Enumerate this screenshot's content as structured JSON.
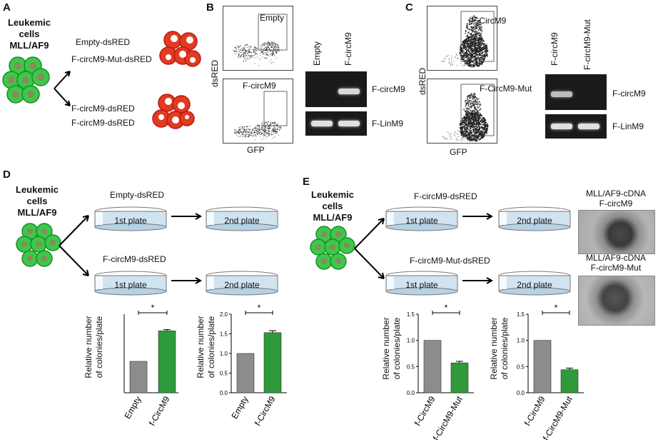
{
  "panels": {
    "A": "A",
    "B": "B",
    "C": "C",
    "D": "D",
    "E": "E"
  },
  "leukemic": {
    "line1": "Leukemic",
    "line2": "cells",
    "line3": "MLL/AF9"
  },
  "panelA": {
    "top1": "Empty-dsRED",
    "top2": "F-circM9-Mut-dsRED",
    "bot1": "F-circM9-dsRED",
    "bot2": "F-circM9-dsRED"
  },
  "panelB": {
    "gate_top": "Empty",
    "gate_bottom": "F-circM9",
    "y_axis": "dsRED",
    "x_axis": "GFP",
    "lanes": [
      "Empty",
      "F-circM9"
    ],
    "bands": [
      "F-circM9",
      "F-LinM9"
    ]
  },
  "panelC": {
    "gate_top": "F-CircM9",
    "gate_bottom": "F-CircM9-Mut",
    "y_axis": "dsRED",
    "x_axis": "GFP",
    "lanes": [
      "F-circM9",
      "F-circM9-Mut"
    ],
    "bands": [
      "F-circM9",
      "F-LinM9"
    ]
  },
  "panelD": {
    "row1": "Empty-dsRED",
    "row2": "F-circM9-dsRED",
    "plate1": "1st plate",
    "plate2": "2nd plate",
    "ylabel1": "Relative number",
    "ylabel2": "of colonies/plate",
    "sig": "*"
  },
  "panelE": {
    "row1": "F-circM9-dsRED",
    "row2": "F-circM9-Mut-dsRED",
    "plate1": "1st plate",
    "plate2": "2nd plate",
    "img1_line1": "MLL/AF9-cDNA",
    "img1_line2": "F-circM9",
    "img2_line1": "MLL/AF9-cDNA",
    "img2_line2": "F-circM9-Mut",
    "ylabel1": "Relative number",
    "ylabel2": "of colonies/plate",
    "sig": "*"
  },
  "chart_data": [
    {
      "type": "bar",
      "categories": [
        "Empty",
        "f-CircM9"
      ],
      "values": [
        1.0,
        1.97
      ],
      "errors": [
        0,
        0.04
      ],
      "colors": [
        "#8c8c8c",
        "#2e9a3a"
      ],
      "ylim": [
        0,
        2.5
      ],
      "ticks": [],
      "significance": "*",
      "xlabel": "",
      "ylabel": "Relative number of colonies/plate"
    },
    {
      "type": "bar",
      "categories": [
        "Empty",
        "f-CircM9"
      ],
      "values": [
        1.0,
        1.53
      ],
      "errors": [
        0,
        0.05
      ],
      "colors": [
        "#8c8c8c",
        "#2e9a3a"
      ],
      "ylim": [
        0,
        2.0
      ],
      "ticks": [
        "0.0",
        "0.5",
        "1.0",
        "1.5",
        "2.0"
      ],
      "significance": "*",
      "xlabel": "",
      "ylabel": "Relative number of colonies/plate"
    },
    {
      "type": "bar",
      "categories": [
        "f-CircM9",
        "f-CircM9-Mut"
      ],
      "values": [
        1.0,
        0.57
      ],
      "errors": [
        0,
        0.03
      ],
      "colors": [
        "#8c8c8c",
        "#2e9a3a"
      ],
      "ylim": [
        0,
        1.5
      ],
      "ticks": [
        "0.0",
        "0.5",
        "1.0",
        "1.5"
      ],
      "significance": "*",
      "xlabel": "",
      "ylabel": "Relative number of colonies/plate"
    },
    {
      "type": "bar",
      "categories": [
        "f-CircM9",
        "f-CircM9-Mut"
      ],
      "values": [
        1.0,
        0.44
      ],
      "errors": [
        0,
        0.03
      ],
      "colors": [
        "#8c8c8c",
        "#2e9a3a"
      ],
      "ylim": [
        0,
        1.5
      ],
      "ticks": [
        "0.0",
        "0.5",
        "1.0",
        "1.5"
      ],
      "significance": "*",
      "xlabel": "",
      "ylabel": "Relative number of colonies/plate"
    }
  ]
}
